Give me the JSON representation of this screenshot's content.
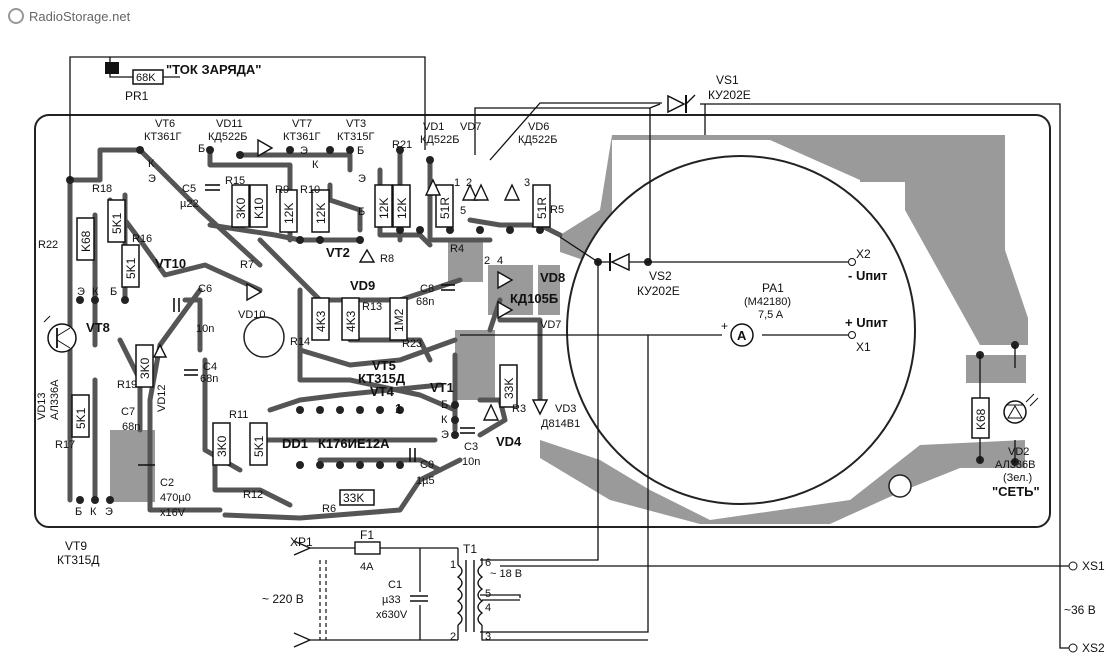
{
  "watermark": "RadioStorage.net",
  "top": {
    "pr1_value": "68K",
    "pr1_name": "PR1",
    "charge_label": "\"ТОК ЗАРЯДА\"",
    "vs1_name": "VS1",
    "vs1_type": "КУ202Е"
  },
  "board": {
    "vt6": "VT6",
    "vt6_type": "КТ361Г",
    "vd11": "VD11",
    "vd11_type": "КД522Б",
    "vt7": "VT7",
    "vt7_type": "КТ361Г",
    "vt3": "VT3",
    "vt3_type": "КТ315Г",
    "r21": "R21",
    "vd1": "VD1",
    "vd7_top": "VD7",
    "vd1_type": "КД522Б",
    "vd6": "VD6",
    "vd6_type": "КД522Б",
    "r18": "R18",
    "r16": "R16",
    "r22": "R22",
    "r18_val": "5K1",
    "r16_val": "5K1",
    "r22_val": "K68",
    "c5": "C5",
    "c5_val": "µ22",
    "r15": "R15",
    "r15_val": "3K0",
    "k10_val": "K10",
    "r9": "R9",
    "r10": "R10",
    "r9_val": "12K",
    "r10_val": "12K",
    "r21a_val": "12K",
    "r21b_val": "12K",
    "r4_val": "51R",
    "r5": "R5",
    "r5_val": "51R",
    "r7": "R7",
    "r8": "R8",
    "vt2": "VT2",
    "r4": "R4",
    "vt10": "VT10",
    "c6": "C6",
    "c6_val": "10n",
    "vd9": "VD9",
    "r13": "R13",
    "c8": "C8",
    "c8_val": "68n",
    "vd8": "VD8",
    "vd8_type": "КД105Б",
    "vd7": "VD7",
    "vt8": "VT8",
    "vd10": "VD10",
    "r14": "R14",
    "r14_val": "4K3",
    "r13_val": "4K3",
    "r23_val": "1M2",
    "r23": "R23",
    "vd13": "VD13",
    "vd13_type": "АЛ336А",
    "r19": "R19",
    "r19_val": "3K0",
    "c4": "C4",
    "c4_val": "68n",
    "vt5": "VT5",
    "vt5_type": "КТ315Д",
    "vt4": "VT4",
    "vt1": "VT1",
    "r3": "R3",
    "r3_val": "33K",
    "vd3": "VD3",
    "vd3_type": "Д814В1",
    "c7": "C7",
    "c7_val": "68n",
    "vd12": "VD12",
    "r11": "R11",
    "r11_val": "3K0",
    "r12_val": "5K1",
    "dd1": "DD1",
    "dd1_type": "К176ИЕ12А",
    "pin1": "1",
    "c3": "C3",
    "c3_val": "10n",
    "vd4": "VD4",
    "r17": "R17",
    "r17_val": "5K1",
    "c2": "C2",
    "c2_val": "470µ0",
    "c2_volt": "x16V",
    "r12": "R12",
    "c9": "C9",
    "c9_val": "1µ5",
    "r6": "R6",
    "r6_val": "33K",
    "vt9_pins": [
      "Б",
      "К",
      "Э"
    ],
    "vt8_pins": [
      "Э",
      "К",
      "Б"
    ],
    "tr_pins": [
      "Б",
      "К",
      "Э"
    ],
    "pin_labels_top": [
      "Б",
      "Э",
      "К",
      "Э",
      "Б",
      "К",
      "Э",
      "Б"
    ],
    "diode_nums": [
      "1",
      "2",
      "5",
      "3",
      "4",
      "2"
    ]
  },
  "right": {
    "x2": "X2",
    "minus_u": "- Uпит",
    "vs2": "VS2",
    "vs2_type": "КУ202Е",
    "pa1": "PA1",
    "pa1_type": "(М42180)",
    "pa1_range": "7,5 A",
    "plus_u": "+ Uпит",
    "x1": "X1",
    "meter_symbol": "A",
    "plus_sign": "+",
    "r_k68": "K68",
    "vd2": "VD2",
    "vd2_type": "АЛ336В",
    "vd2_color": "(Зел.)",
    "set_label": "\"СЕТЬ\""
  },
  "bottom": {
    "vt9": "VT9",
    "vt9_type": "КТ315Д",
    "xp1": "XP1",
    "f1": "F1",
    "f1_val": "4A",
    "t1": "T1",
    "mains": "~ 220 В",
    "c1": "C1",
    "c1_val": "µ33",
    "c1_volt": "x630V",
    "sec_volt": "~ 18 В",
    "t1_pins": [
      "1",
      "6",
      "5",
      "4",
      "2",
      "3"
    ],
    "xs1": "XS1",
    "xs2": "XS2",
    "out_volt": "~36 В"
  }
}
